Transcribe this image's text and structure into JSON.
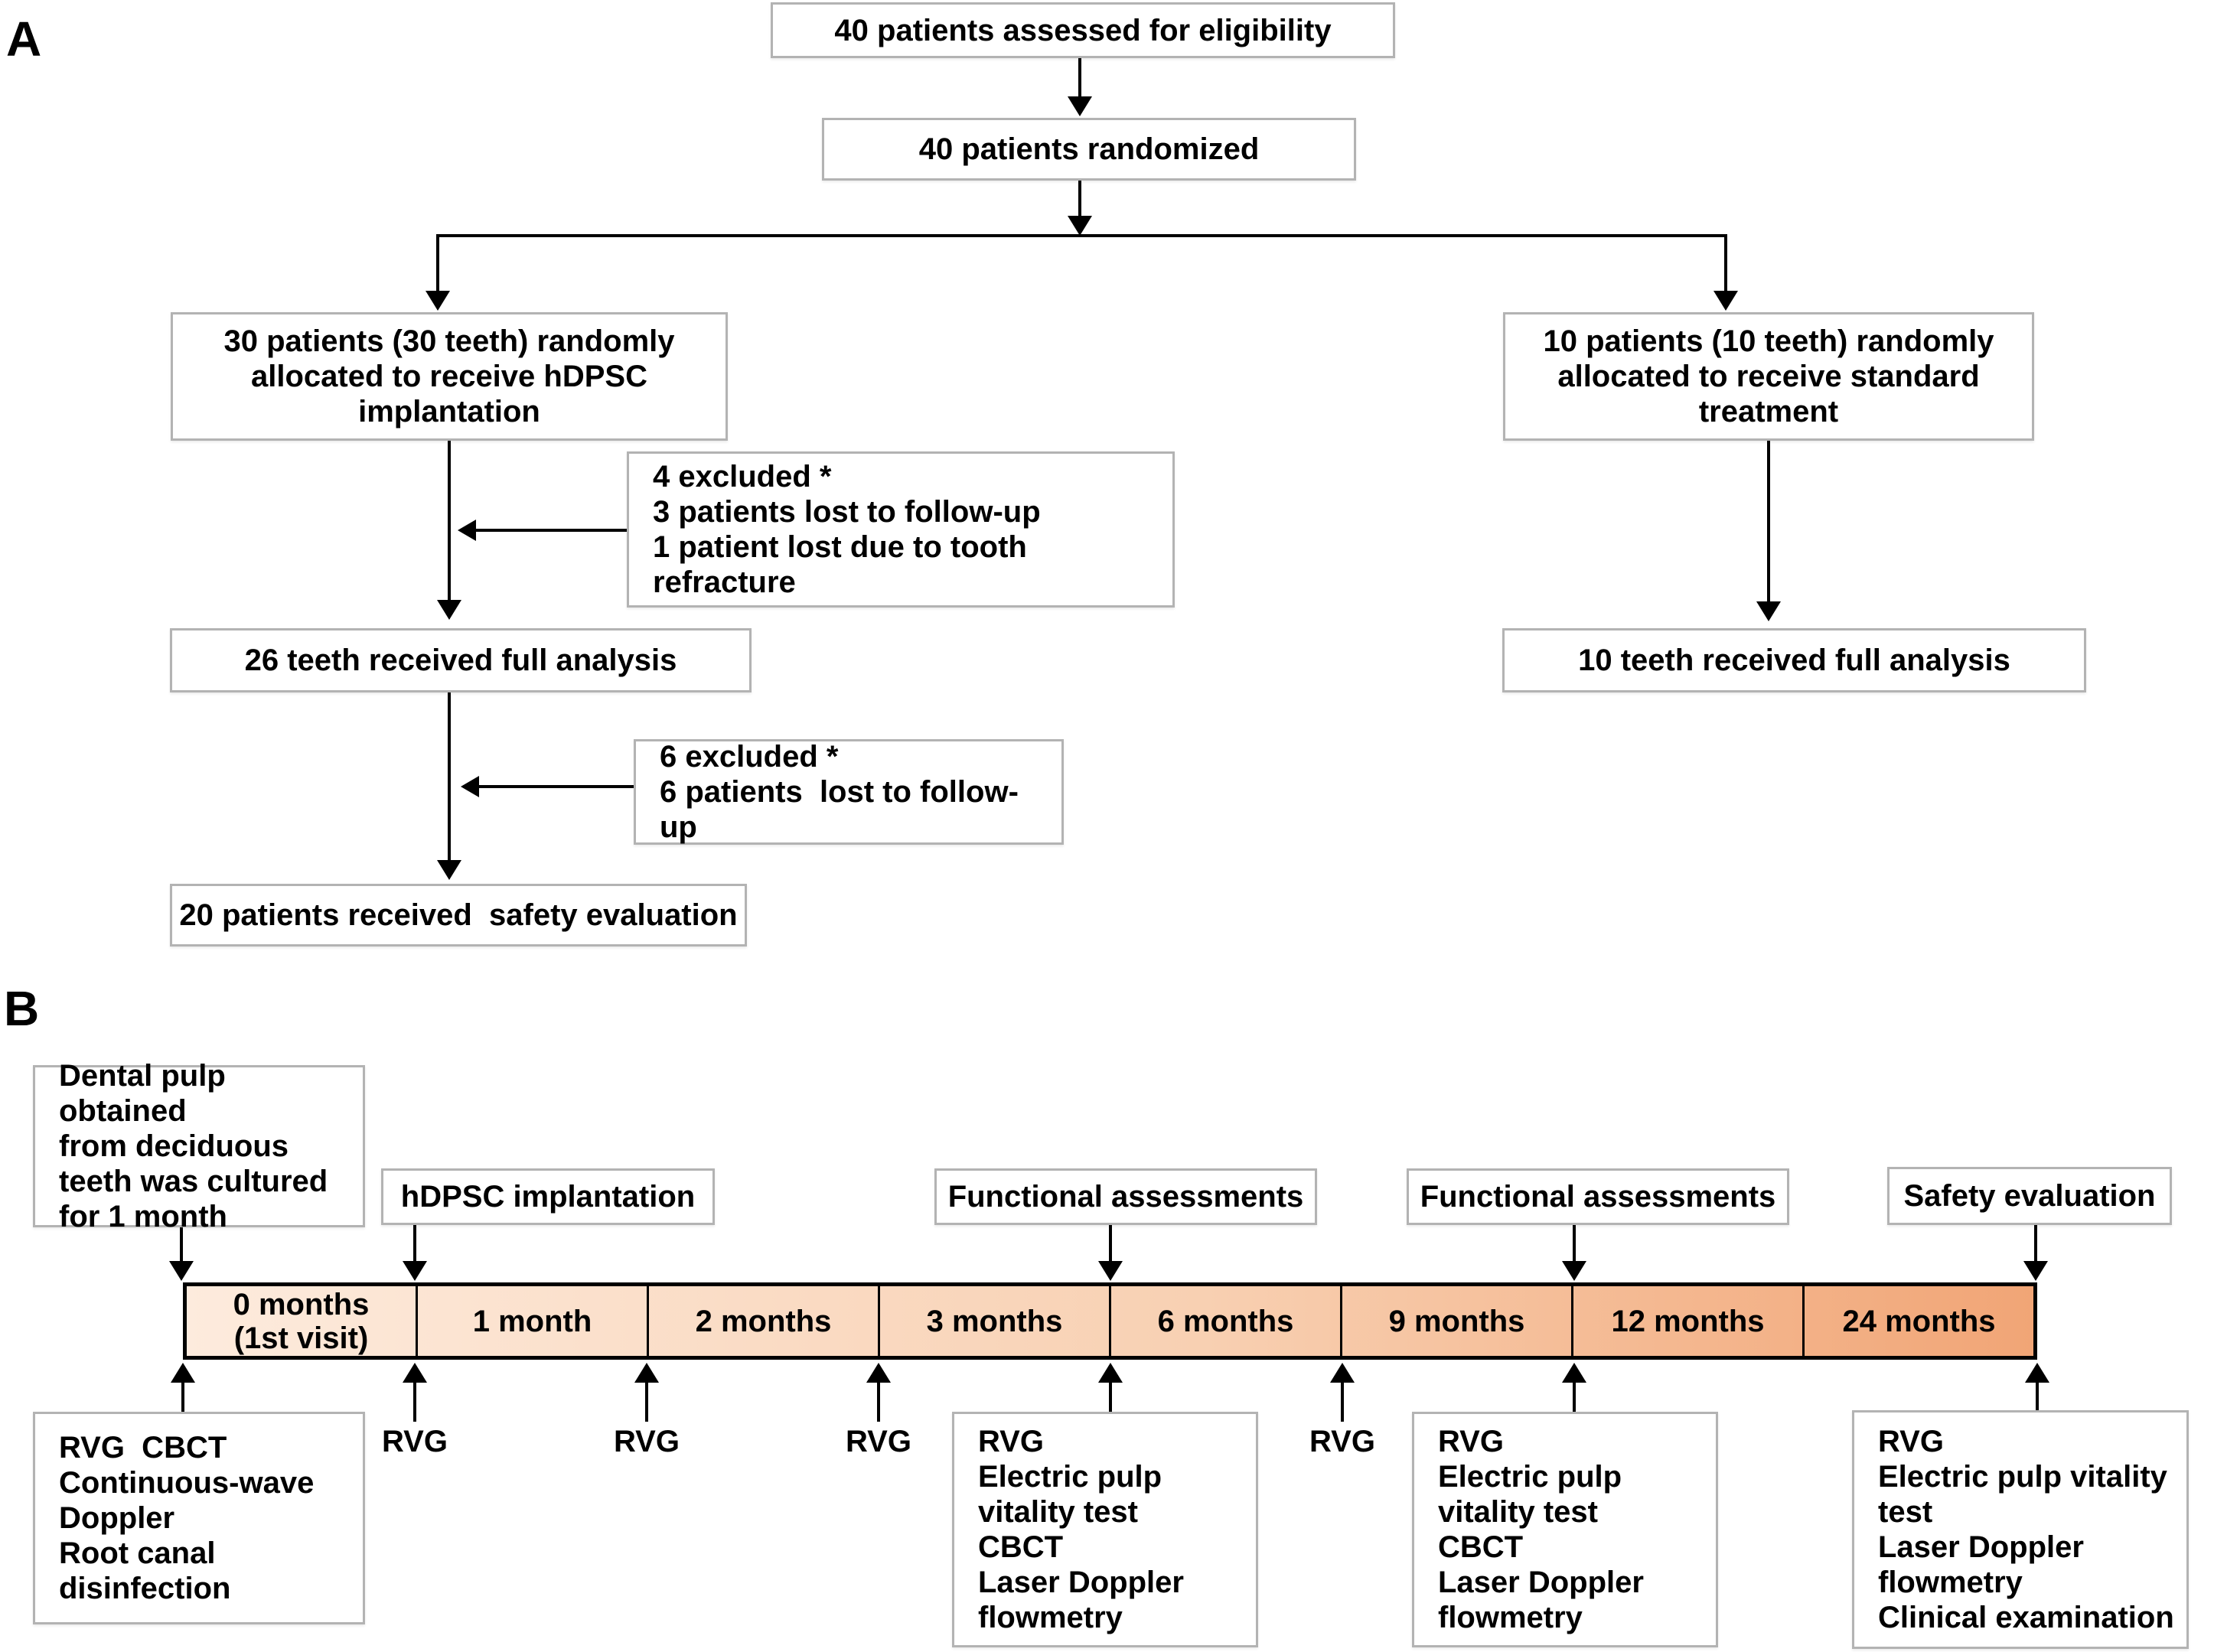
{
  "panel_a": {
    "label": "A",
    "boxes": {
      "eligibility": "40 patients assessed for eligibility",
      "randomized": "40 patients randomized",
      "hdpsc_arm": "30 patients (30 teeth) randomly\nallocated to receive hDPSC\nimplantation",
      "standard_arm": "10 patients (10 teeth) randomly\nallocated to receive standard\ntreatment",
      "excluded_first": "4 excluded *\n3 patients lost to follow-up\n1 patient lost due to tooth refracture",
      "full_analysis_hdpsc": "26 teeth received full analysis",
      "excluded_second": "6 excluded *\n6 patients  lost to follow-up",
      "safety_evaluation": "20 patients received  safety evaluation",
      "full_analysis_standard": "10 teeth received full analysis"
    }
  },
  "panel_b": {
    "label": "B",
    "top_boxes": {
      "dental_pulp": "Dental pulp obtained\nfrom deciduous\nteeth was cultured\nfor 1 month",
      "hdpsc_implantation": "hDPSC implantation",
      "functional_assessments_1": "Functional assessments",
      "functional_assessments_2": "Functional assessments",
      "safety_evaluation": "Safety evaluation"
    },
    "timeline": {
      "segments": [
        {
          "label": "0 months\n(1st visit)"
        },
        {
          "label": "1 month"
        },
        {
          "label": "2 months"
        },
        {
          "label": "3 months"
        },
        {
          "label": "6 months"
        },
        {
          "label": "9 months"
        },
        {
          "label": "12 months"
        },
        {
          "label": "24 months"
        }
      ],
      "bar_color_start": "#fdebdd",
      "bar_color_end": "#f1a576",
      "bar_border_color": "#000000"
    },
    "rvg_labels": [
      "RVG",
      "RVG",
      "RVG",
      "RVG"
    ],
    "bottom_boxes": {
      "baseline": "RVG  CBCT\nContinuous-wave\nDoppler\nRoot canal\ndisinfection",
      "tests_3_6_months": "RVG\nElectric pulp\nvitality test\nCBCT\nLaser Doppler\nflowmetry",
      "tests_9_12_months": "RVG\nElectric pulp\nvitality test\nCBCT\nLaser Doppler\nflowmetry",
      "tests_24_months": "RVG\nElectric pulp vitality\ntest\nLaser Doppler\nflowmetry\nClinical examination"
    }
  }
}
